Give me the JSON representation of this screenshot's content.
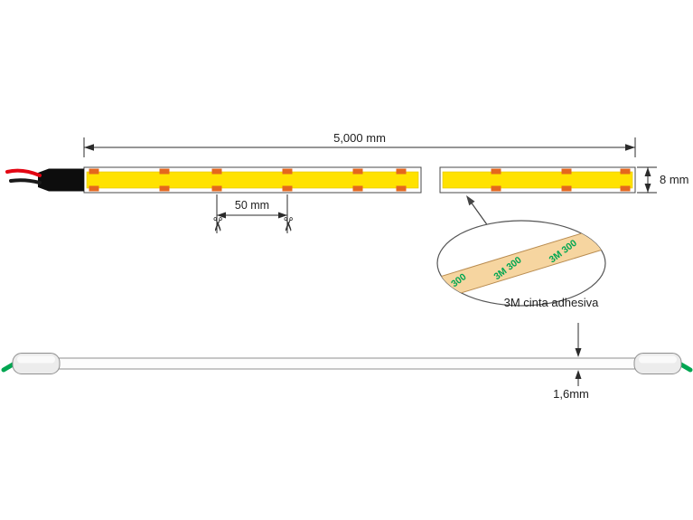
{
  "labels": {
    "total_length": "5,000 mm",
    "strip_width": "8 mm",
    "cut_interval": "50 mm",
    "adhesive_caption": "3M cinta adhesiva",
    "tape_text": "3M 300",
    "thickness": "1,6mm"
  },
  "icons": {
    "scissors": "✂"
  },
  "colors": {
    "strip_yellow": "#FFE200",
    "strip_yellow_edge": "#E3C400",
    "pad_orange": "#E4671E",
    "wire_red": "#E30613",
    "wire_black": "#1A1A1A",
    "connector_black": "#0D0D0D",
    "tape_fill": "#F6D5A0",
    "tape_edge": "#B98C50",
    "tape_text_green": "#00A651",
    "wire_green": "#00A651",
    "outline": "#4A4A4A"
  }
}
